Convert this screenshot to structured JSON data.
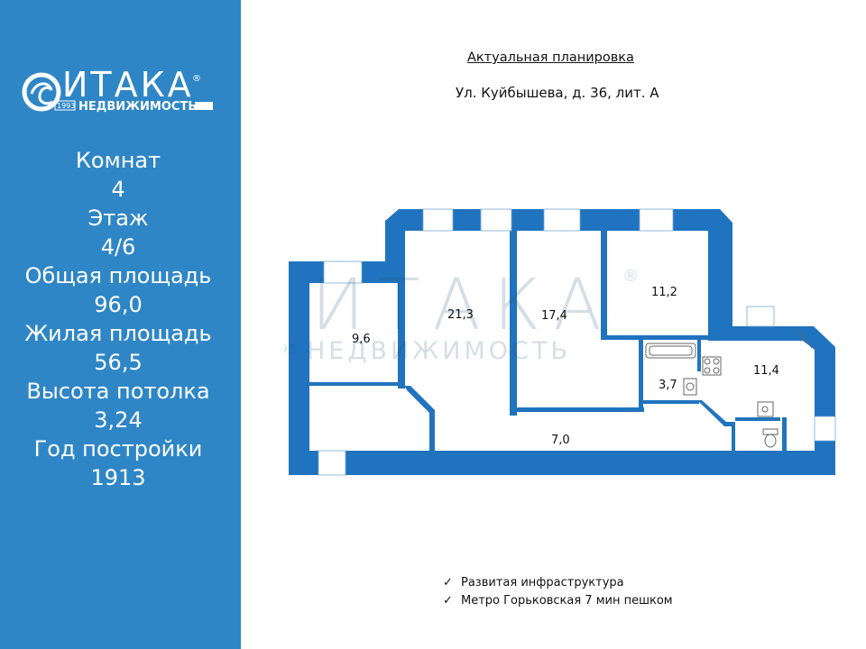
{
  "brand": {
    "name": "ИТАКА",
    "subtitle": "НЕДВИЖИМОСТЬ",
    "year": "1993",
    "registered": "®"
  },
  "specs": [
    {
      "label": "Комнат",
      "value": "4"
    },
    {
      "label": "Этаж",
      "value": "4/6"
    },
    {
      "label": "Общая площадь",
      "value": "96,0"
    },
    {
      "label": "Жилая площадь",
      "value": "56,5"
    },
    {
      "label": "Высота потолка",
      "value": "3,24"
    },
    {
      "label": "Год постройки",
      "value": "1913"
    }
  ],
  "plan": {
    "title": "Актуальная планировка",
    "address": "Ул. Куйбышева, д. 36, лит. А",
    "rooms": [
      {
        "name": "room-1",
        "area": "9,6"
      },
      {
        "name": "room-2",
        "area": "21,3"
      },
      {
        "name": "room-3",
        "area": "17,4"
      },
      {
        "name": "room-4",
        "area": "11,2"
      },
      {
        "name": "kitchen",
        "area": "11,4"
      },
      {
        "name": "bathroom",
        "area": "3,7"
      },
      {
        "name": "corridor",
        "area": "7,0"
      }
    ]
  },
  "features": [
    "Развитая инфраструктура",
    "Метро Горьковская 7 мин пешком"
  ],
  "colors": {
    "sidebar": "#2f86c6",
    "wall": "#2073be",
    "text_dark": "#111111"
  }
}
